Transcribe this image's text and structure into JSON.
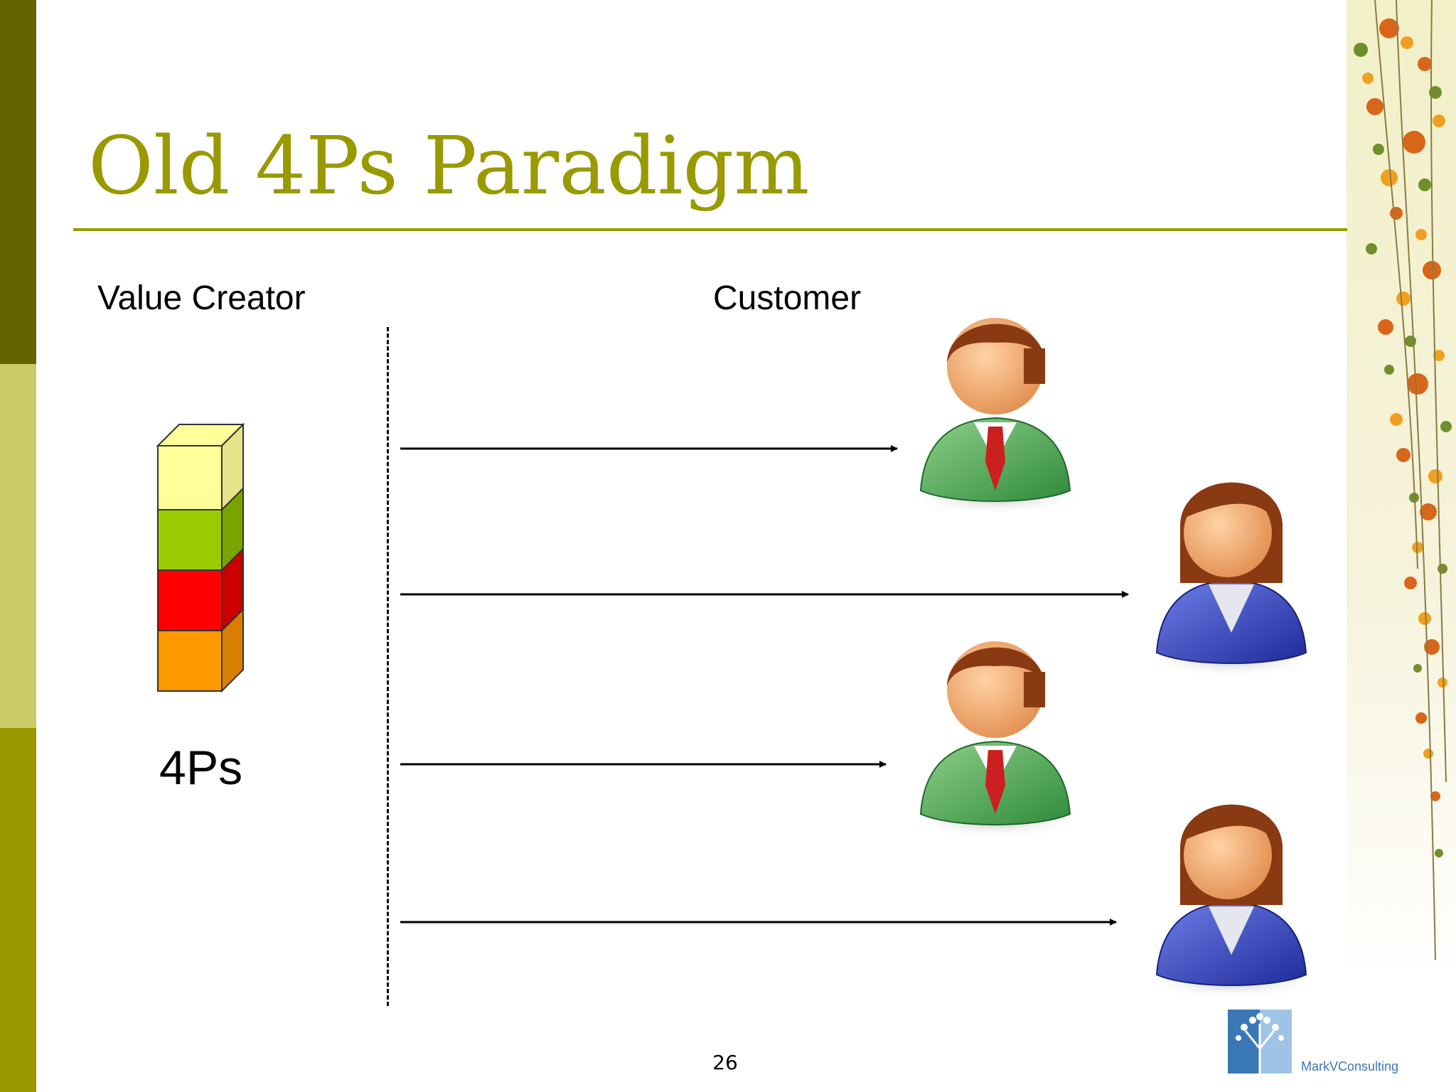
{
  "slide": {
    "title": "Old 4Ps Paradigm",
    "page_number": "26"
  },
  "diagram": {
    "left_header": "Value Creator",
    "right_header": "Customer",
    "stack_label": "4Ps",
    "stack_colors": [
      "#ffff99",
      "#99cc00",
      "#ff0000",
      "#ff9900"
    ],
    "customers": [
      {
        "icon": "male-customer-icon",
        "suit_color": "#339933"
      },
      {
        "icon": "female-customer-icon",
        "suit_color": "#3333aa"
      },
      {
        "icon": "male-customer-icon",
        "suit_color": "#339933"
      },
      {
        "icon": "female-customer-icon",
        "suit_color": "#3333aa"
      }
    ]
  },
  "theme": {
    "accent": "#999900",
    "bar_dark": "#636300",
    "bar_light": "#cccc66"
  },
  "branding": {
    "logo_icon": "tree-logo-icon",
    "logo_text": "MarkVConsulting"
  }
}
